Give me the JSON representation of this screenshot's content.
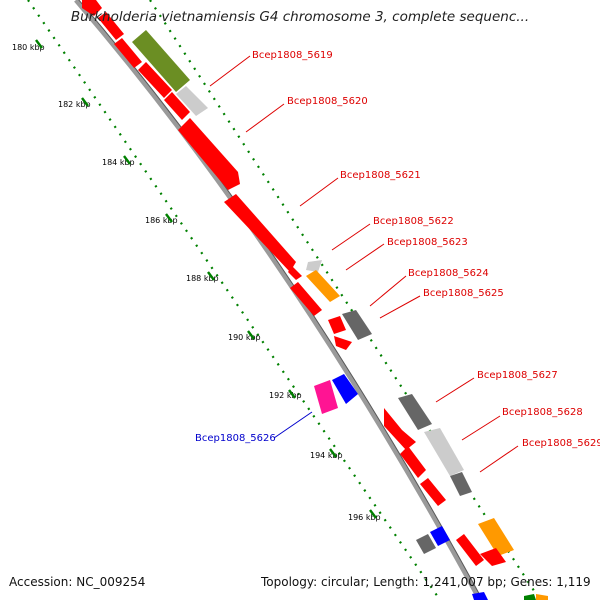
{
  "title": "Burkholderia vietnamiensis G4 chromosome 3, complete sequenc...",
  "ruler_ticks": [
    "180 kbp",
    "182 kbp",
    "184 kbp",
    "186 kbp",
    "188 kbp",
    "190 kbp",
    "192 kbp",
    "194 kbp",
    "196 kbp"
  ],
  "genes": [
    {
      "label": "Bcep1808_5619",
      "color": "#dd0000"
    },
    {
      "label": "Bcep1808_5620",
      "color": "#dd0000"
    },
    {
      "label": "Bcep1808_5621",
      "color": "#dd0000"
    },
    {
      "label": "Bcep1808_5622",
      "color": "#dd0000"
    },
    {
      "label": "Bcep1808_5623",
      "color": "#dd0000"
    },
    {
      "label": "Bcep1808_5624",
      "color": "#dd0000"
    },
    {
      "label": "Bcep1808_5625",
      "color": "#dd0000"
    },
    {
      "label": "Bcep1808_5626",
      "color": "#0000cc"
    },
    {
      "label": "Bcep1808_5627",
      "color": "#dd0000"
    },
    {
      "label": "Bcep1808_5628",
      "color": "#dd0000"
    },
    {
      "label": "Bcep1808_5629",
      "color": "#dd0000"
    }
  ],
  "footer": {
    "accession": "Accession: NC_009254",
    "topology": "Topology: circular; Length: 1,241,007 bp; Genes: 1,119"
  },
  "colors": {
    "backbone": "#9a9a9a",
    "ruler_dots": "#008000",
    "red_gene": "#ff0000",
    "olive_gene": "#6b8e23",
    "light_gray_gene": "#cccccc",
    "dark_gray_gene": "#666666",
    "orange_gene": "#ff9900",
    "blue_gene": "#0000ff",
    "magenta_gene": "#ff1493"
  }
}
